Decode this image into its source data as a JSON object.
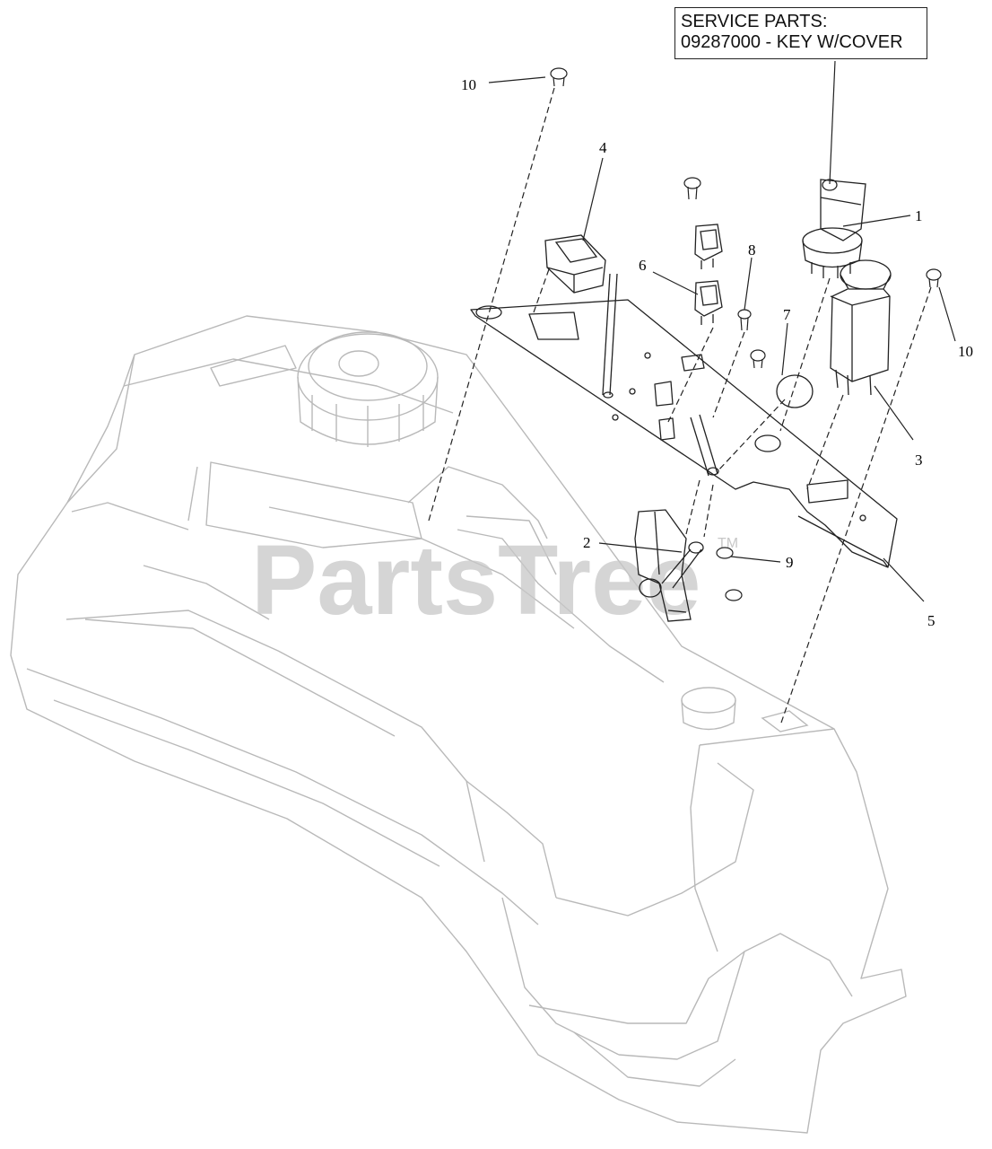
{
  "service_parts": {
    "heading": "SERVICE PARTS:",
    "line": "09287000 - KEY W/COVER"
  },
  "callouts": [
    {
      "id": "1",
      "label": "1"
    },
    {
      "id": "2",
      "label": "2"
    },
    {
      "id": "3",
      "label": "3"
    },
    {
      "id": "4",
      "label": "4"
    },
    {
      "id": "5",
      "label": "5"
    },
    {
      "id": "6",
      "label": "6"
    },
    {
      "id": "7",
      "label": "7"
    },
    {
      "id": "8",
      "label": "8"
    },
    {
      "id": "9",
      "label": "9"
    },
    {
      "id": "10a",
      "label": "10"
    },
    {
      "id": "10b",
      "label": "10"
    }
  ],
  "watermark": {
    "text": "PartsTree",
    "trademark": "TM"
  }
}
